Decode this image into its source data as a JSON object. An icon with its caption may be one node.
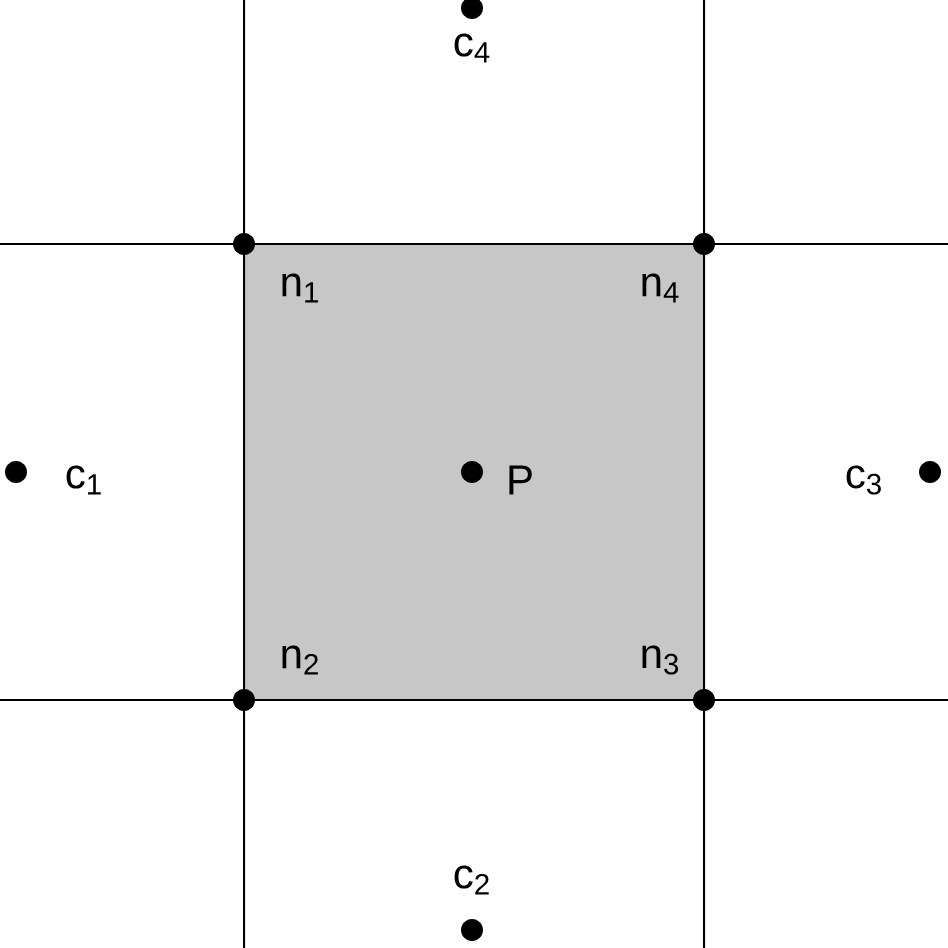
{
  "diagram": {
    "labels": [
      "c$_{4}$",
      "n$_{1}$",
      "n$_{4}$",
      "c$_{1}$",
      "P",
      "c$_{3}$",
      "n$_{2}$",
      "n$_{3}$",
      "c$_{2}$"
    ]
  }
}
